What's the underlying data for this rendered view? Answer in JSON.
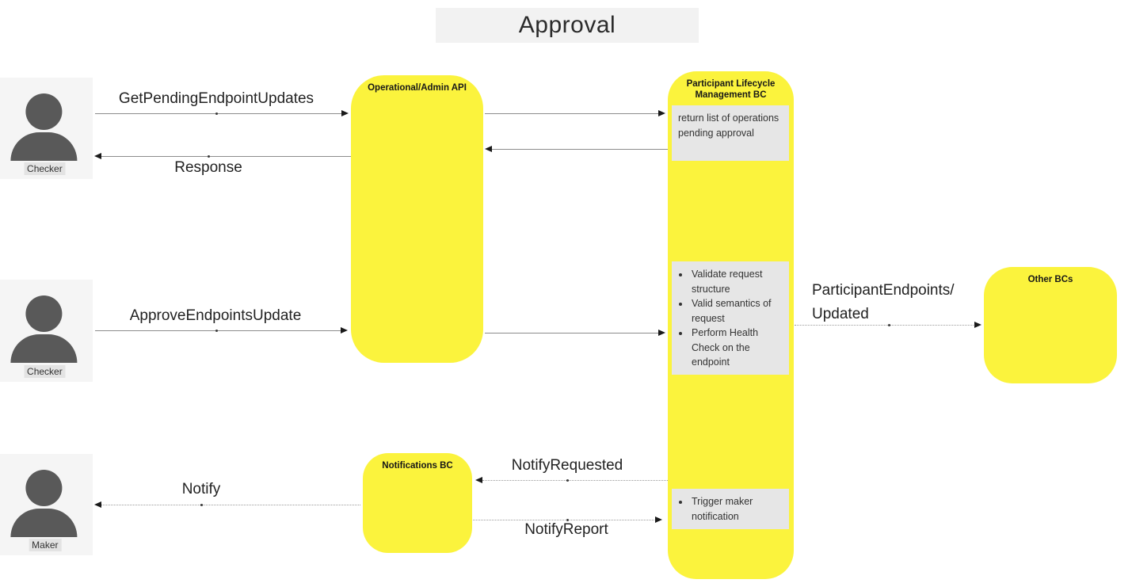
{
  "title": "Approval",
  "colors": {
    "component_fill": "#fbf33d",
    "note_fill": "#e6e6e6",
    "actor_fill": "#f5f5f5",
    "actor_icon": "#595959",
    "title_fill": "#f2f2f2",
    "line": "#8c8c8c",
    "arrowhead": "#1a1a1a",
    "text": "#222222"
  },
  "actors": {
    "checker1": {
      "label": "Checker"
    },
    "checker2": {
      "label": "Checker"
    },
    "maker": {
      "label": "Maker"
    }
  },
  "boxes": {
    "admin_api": {
      "title": "Operational/Admin API"
    },
    "plm_bc": {
      "title": "Participant Lifecycle Management BC",
      "notes": {
        "pending": "return list of operations pending approval",
        "validate": [
          "Validate request structure",
          "Valid semantics of request",
          "Perform Health Check on the endpoint"
        ],
        "trigger": [
          "Trigger maker notification"
        ]
      }
    },
    "notifications_bc": {
      "title": "Notifications BC"
    },
    "other_bcs": {
      "title": "Other BCs"
    }
  },
  "messages": {
    "get_pending": "GetPendingEndpointUpdates",
    "response": "Response",
    "approve": "ApproveEndpointsUpdate",
    "participant_endpoints": [
      "ParticipantEndpoints/",
      "Updated"
    ],
    "notify_requested": "NotifyRequested",
    "notify": "Notify",
    "notify_report": "NotifyReport"
  }
}
